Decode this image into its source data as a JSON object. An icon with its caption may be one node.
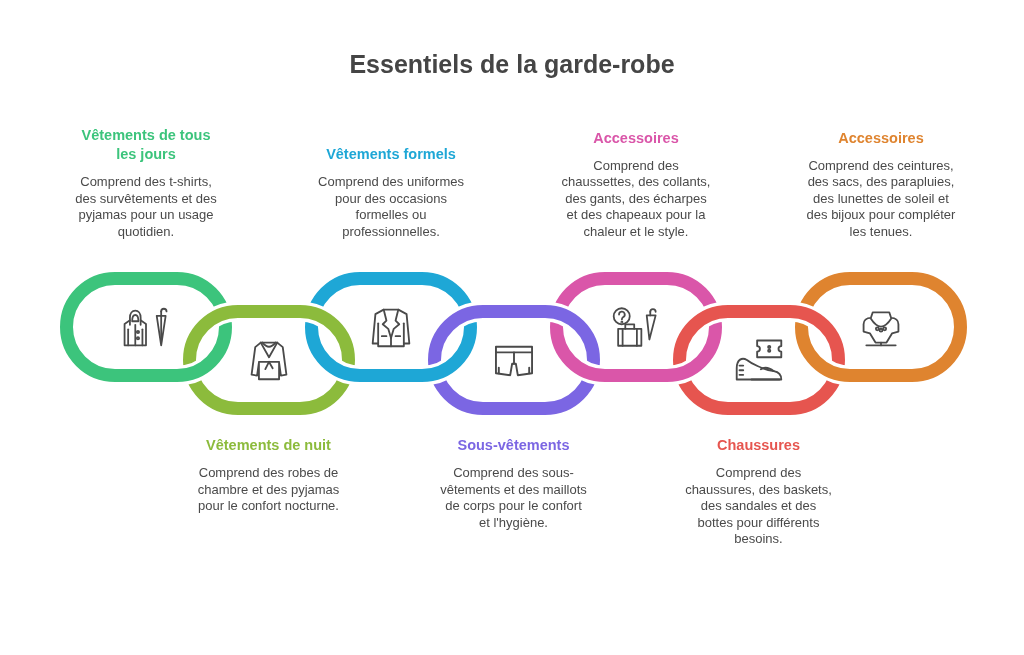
{
  "diagram": {
    "title": "Essentiels de la garde-robe",
    "nodes": [
      {
        "text": [
          "Vêtements de tous les jours",
          "Comprend des t-shirts, des survêtements et des pyjamas pour un usage quotidien."
        ]
      },
      {
        "text": [
          "Vêtements de nuit",
          "Comprend des robes de chambre et des pyjamas pour le confort nocturne."
        ]
      },
      {
        "text": [
          "Vêtements formels",
          "Comprend des uniformes pour des occasions formelles ou professionnelles."
        ]
      },
      {
        "text": [
          "Sous-vêtements",
          "Comprend des sous-vêtements et des maillots de corps pour le confort et l'hygiène."
        ]
      },
      {
        "text": [
          "Accessoires",
          "Comprend des chaussettes, des collants, des gants, des écharpes et des chapeaux pour la chaleur et le style."
        ]
      },
      {
        "text": [
          "Chaussures",
          "Comprend des chaussures, des baskets, des sandales et des bottes pour différents besoins."
        ]
      },
      {
        "text": [
          "Accessoires",
          "Comprend des ceintures, des sacs, des parapluies, des lunettes de soleil et des bijoux pour compléter les tenues."
        ]
      }
    ]
  }
}
